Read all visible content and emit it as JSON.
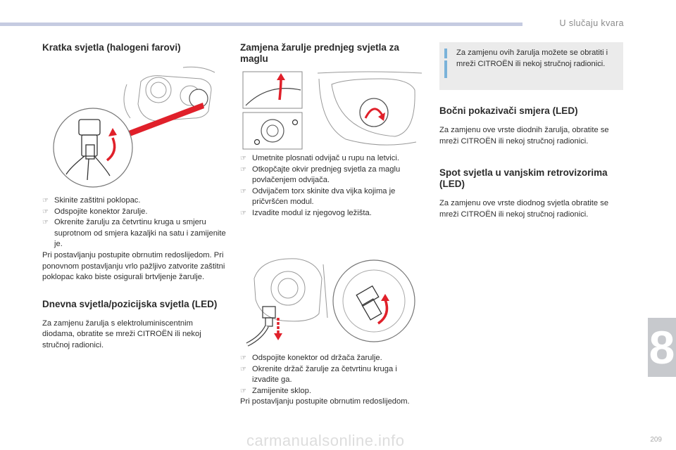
{
  "header": {
    "section_title": "U slučaju kvara",
    "chapter_number": "8",
    "page_number": "209"
  },
  "watermark": "carmanualsonline.info",
  "col1": {
    "title": "Kratka svjetla (halogeni farovi)",
    "steps": [
      "Skinite zaštitni poklopac.",
      "Odspojite konektor žarulje.",
      "Okrenite žarulju za četvrtinu kruga u smjeru suprotnom od smjera kazaljki na satu i zamijenite je."
    ],
    "note": "Pri postavljanju postupite obrnutim redoslijedom. Pri ponovnom postavljanju vrlo pažljivo zatvorite zaštitni poklopac kako biste osigurali brtvljenje žarulje.",
    "drl_title": "Dnevna svjetla/pozicijska svjetla (LED)",
    "drl_text": "Za zamjenu žarulja s elektroluminiscentnim diodama, obratite se mreži CITROËN ili nekoj stručnoj radionici."
  },
  "col2": {
    "title": "Zamjena žarulje prednjeg svjetla za maglu",
    "steps_a": [
      "Umetnite plosnati odvijač u rupu na letvici.",
      "Otkopčajte okvir prednjeg svjetla za maglu povlačenjem odvijača.",
      "Odvijačem torx skinite dva vijka kojima je pričvršćen modul.",
      "Izvadite modul iz njegovog ležišta."
    ],
    "steps_b": [
      "Odspojite konektor od držača žarulje.",
      "Okrenite držač žarulje za četvrtinu kruga i izvadite ga.",
      "Zamijenite sklop."
    ],
    "note": "Pri postavljanju postupite obrnutim redoslijedom."
  },
  "col3": {
    "info": "Za zamjenu ovih žarulja možete se obratiti i mreži CITROËN ili nekoj stručnoj radionici.",
    "side_title": "Bočni pokazivači smjera (LED)",
    "side_text": "Za zamjenu ove vrste diodnih žarulja, obratite se mreži CITROËN ili nekoj stručnoj radionici.",
    "mirror_title": "Spot svjetla u vanjskim retrovizorima (LED)",
    "mirror_text": "Za zamjenu ove vrste diodnog svjetla obratite se mreži CITROËN ili nekoj stručnoj radionici."
  },
  "colors": {
    "accent_red": "#e0202a",
    "info_bar": "#7ab2d9",
    "tab_gray": "#c7c9cd"
  }
}
